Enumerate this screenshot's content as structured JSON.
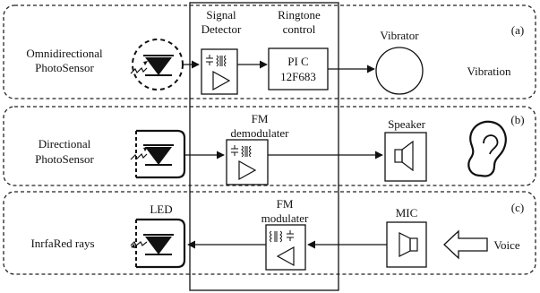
{
  "rows": {
    "a": {
      "tag": "(a)",
      "source_line1": "Omnidirectional",
      "source_line2": "PhotoSensor",
      "block1_line1": "Signal",
      "block1_line2": "Detector",
      "block2_line1": "Ringtone",
      "block2_line2": "control",
      "pic_line1": "PI C",
      "pic_line2": "12F683",
      "output_title": "Vibrator",
      "output_label": "Vibration"
    },
    "b": {
      "tag": "(b)",
      "source_line1": "Directional",
      "source_line2": "PhotoSensor",
      "block_line1": "FM",
      "block_line2": "demodulater",
      "output_title": "Speaker"
    },
    "c": {
      "tag": "(c)",
      "source_title": "LED",
      "source_label": "InrfaRed rays",
      "block_line1": "FM",
      "block_line2": "modulater",
      "input_title": "MIC",
      "input_label": "Voice"
    }
  },
  "colors": {
    "stroke": "#111111",
    "dashed_border": "#222222"
  }
}
